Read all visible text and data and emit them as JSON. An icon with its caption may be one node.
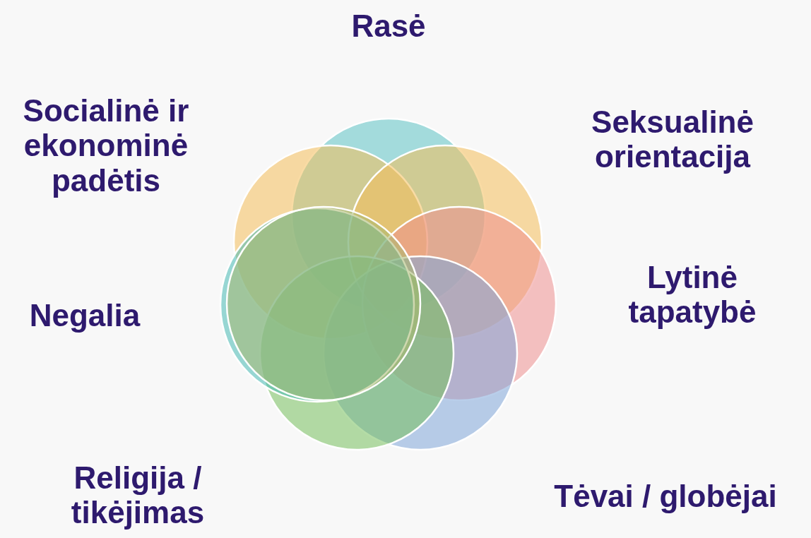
{
  "diagram": {
    "labels": [
      "Rasė",
      "Socialinė ir ekonominė padėtis",
      "Seksualinė orientacija",
      "Lytinė tapatybė",
      "Negalia",
      "Religija / tikėjimas",
      "Tėvai / globėjai"
    ]
  }
}
